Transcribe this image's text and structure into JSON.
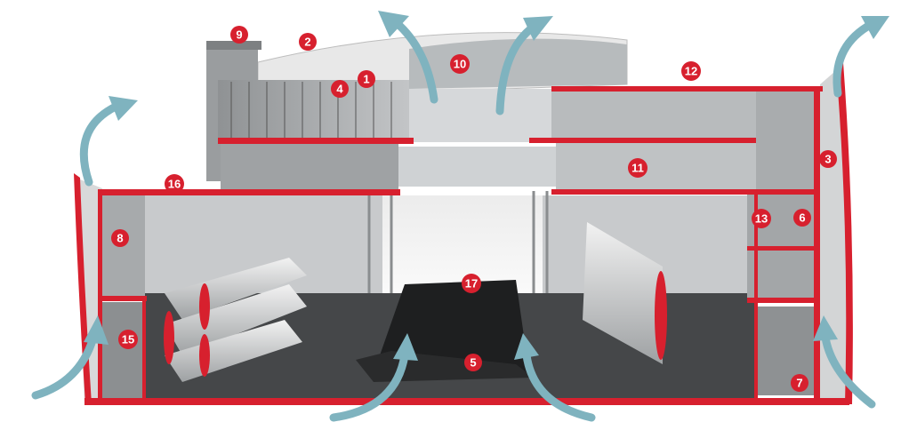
{
  "colors": {
    "accent": "#d7202e",
    "airflow": "#7fb3bf",
    "structure": "#c9cbcd",
    "floor": "#3a3c3e"
  },
  "markers": [
    {
      "label": "1"
    },
    {
      "label": "2"
    },
    {
      "label": "3"
    },
    {
      "label": "4"
    },
    {
      "label": "5"
    },
    {
      "label": "6"
    },
    {
      "label": "7"
    },
    {
      "label": "8"
    },
    {
      "label": "9"
    },
    {
      "label": "10"
    },
    {
      "label": "11"
    },
    {
      "label": "12"
    },
    {
      "label": "13"
    },
    {
      "label": "15"
    },
    {
      "label": "16"
    },
    {
      "label": "17"
    }
  ]
}
